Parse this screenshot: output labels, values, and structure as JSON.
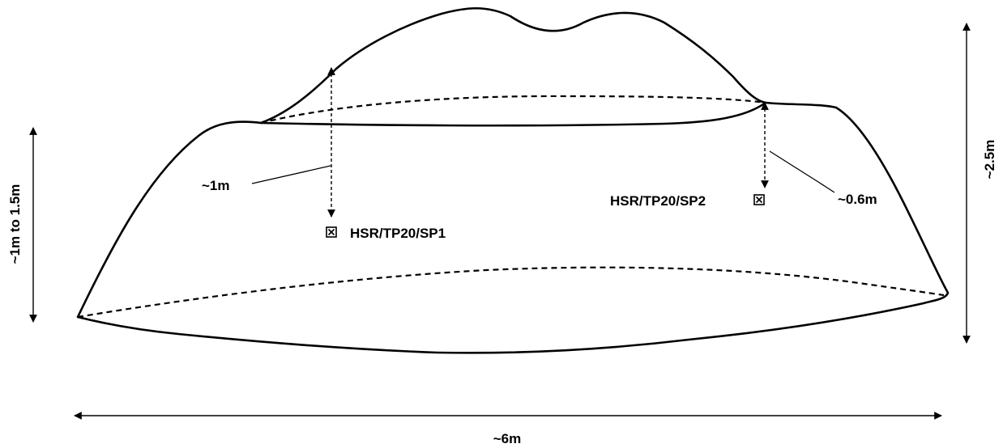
{
  "labels": {
    "height_left": "~1m to 1.5m",
    "height_right": "~2.5m",
    "width_bottom": "~6m",
    "depth_sp1": "~1m",
    "depth_sp2": "~0.6m",
    "sample_sp1": "HSR/TP20/SP1",
    "sample_sp2": "HSR/TP20/SP2"
  },
  "icons": {
    "sample_marker": "boxed-x-icon"
  }
}
